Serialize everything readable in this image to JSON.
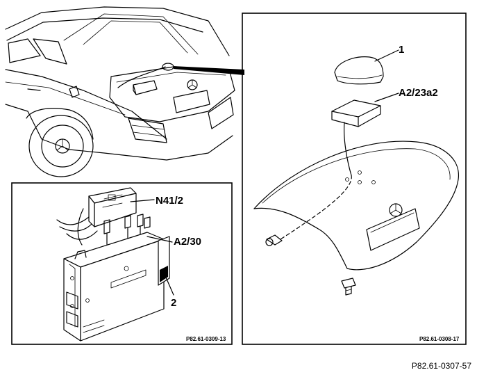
{
  "figure_reference": "P82.61-0307-57",
  "panels": {
    "car_overview": {
      "description_labels": []
    },
    "control_unit": {
      "labels": {
        "module": "N41/2",
        "unit": "A2/30",
        "bracket": "2"
      },
      "ref": "P82.61-0309-13"
    },
    "trunk_antenna": {
      "labels": {
        "cover": "1",
        "antenna": "A2/23a2"
      },
      "ref": "P82.61-0308-17"
    }
  }
}
